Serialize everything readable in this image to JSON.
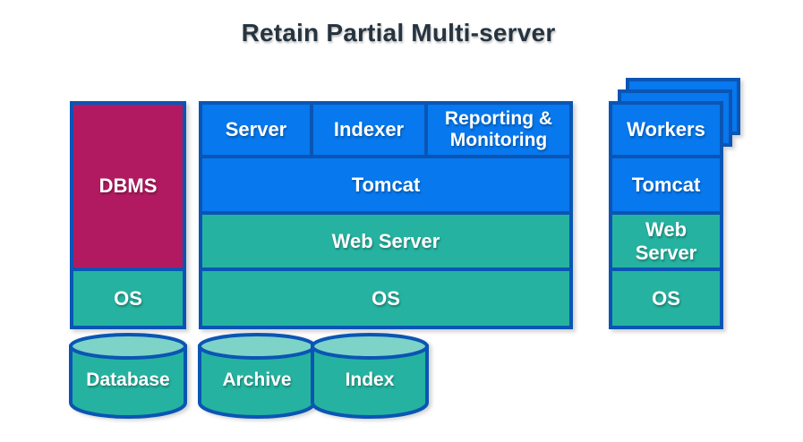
{
  "title": "Retain Partial Multi-server",
  "left_stack": {
    "dbms": "DBMS",
    "os": "OS"
  },
  "middle_stack": {
    "server": "Server",
    "indexer": "Indexer",
    "reporting": "Reporting & Monitoring",
    "tomcat": "Tomcat",
    "web_server": "Web Server",
    "os": "OS"
  },
  "right_stack": {
    "workers": "Workers",
    "tomcat": "Tomcat",
    "web_server": "Web Server",
    "os": "OS"
  },
  "cylinders": {
    "database": "Database",
    "archive": "Archive",
    "index": "Index"
  },
  "colors": {
    "blue": "#0778ee",
    "teal": "#26b2a0",
    "teal_light": "#7ed3c8",
    "magenta": "#b11a60",
    "border": "#0a55b4",
    "title_text": "#263440",
    "label_text": "#ffffff"
  }
}
